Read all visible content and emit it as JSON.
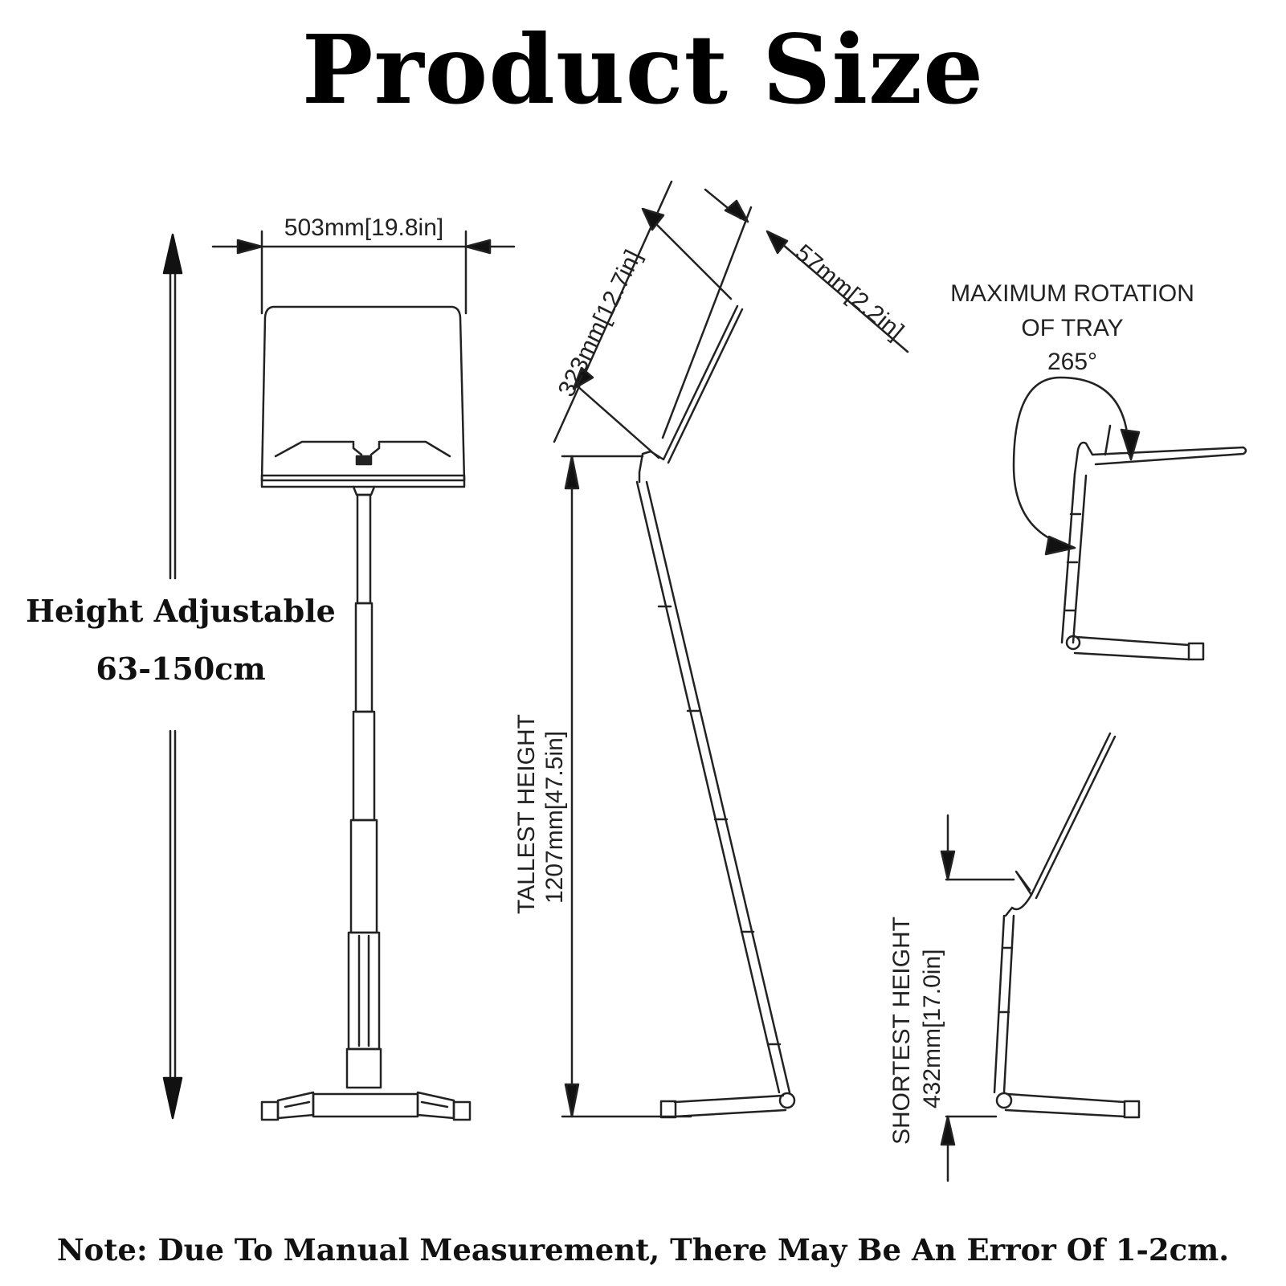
{
  "title": "Product Size",
  "height_adjustable": {
    "line1": "Height Adjustable",
    "line2": "63-150cm"
  },
  "dimensions": {
    "width": "503mm[19.8in]",
    "tray_depth": "323mm[12.7in]",
    "tray_lip": "57mm[2.2in]",
    "tallest_label": "TALLEST HEIGHT",
    "tallest_value": "1207mm[47.5in]",
    "shortest_label": "SHORTEST HEIGHT",
    "shortest_value": "432mm[17.0in]"
  },
  "rotation": {
    "line1": "MAXIMUM ROTATION",
    "line2": "OF TRAY",
    "value": "265°"
  },
  "note": "Note: Due To Manual Measurement, There May Be An Error Of 1-2cm."
}
